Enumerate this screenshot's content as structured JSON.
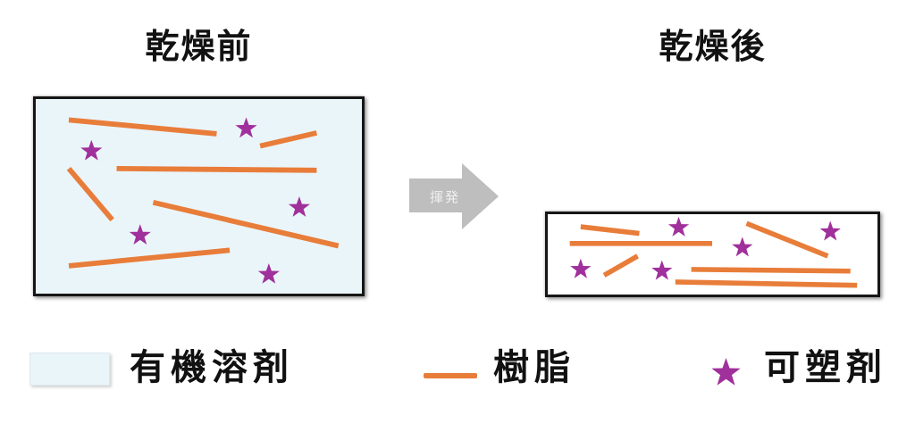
{
  "titles": {
    "before": "乾燥前",
    "after": "乾燥後"
  },
  "arrow": {
    "label": "揮発",
    "color": "#BEBEBE",
    "label_color": "#F0F0F0",
    "icon": "right-arrow"
  },
  "colors": {
    "solvent_fill": "#EAF5FA",
    "resin": "#E87D3A",
    "plasticizer": "#A0309B",
    "box_border": "#161616"
  },
  "before_box": {
    "line_width": 6,
    "star_radius": 13,
    "lines": [
      [
        36,
        24,
        206,
        40
      ],
      [
        256,
        54,
        321,
        39
      ],
      [
        91,
        80,
        321,
        82
      ],
      [
        36,
        80,
        86,
        139
      ],
      [
        133,
        119,
        346,
        169
      ],
      [
        36,
        192,
        221,
        174
      ]
    ],
    "stars": [
      [
        62,
        60
      ],
      [
        240,
        34
      ],
      [
        301,
        125
      ],
      [
        118,
        157
      ],
      [
        266,
        202
      ]
    ]
  },
  "after_box": {
    "line_width": 6,
    "star_radius": 13,
    "lines": [
      [
        30,
        15,
        100,
        23
      ],
      [
        17,
        35,
        187,
        35
      ],
      [
        58,
        73,
        98,
        50
      ],
      [
        228,
        11,
        325,
        50
      ],
      [
        162,
        66,
        352,
        68
      ],
      [
        143,
        81,
        360,
        85
      ]
    ],
    "stars": [
      [
        147,
        16
      ],
      [
        223,
        40
      ],
      [
        328,
        21
      ],
      [
        30,
        66
      ],
      [
        127,
        68
      ]
    ]
  },
  "legend": {
    "solvent_label": "有機溶剤",
    "resin_label": "樹脂",
    "plasticizer_label": "可塑剤",
    "solvent_icon": "solvent-swatch",
    "resin_icon": "resin-line",
    "plasticizer_icon": "plasticizer-star"
  }
}
